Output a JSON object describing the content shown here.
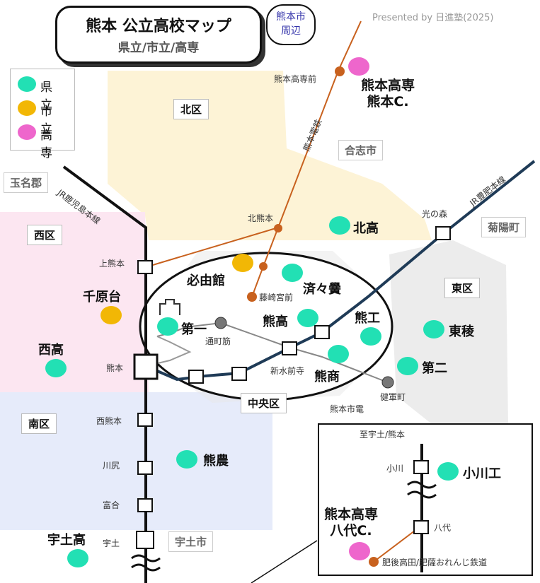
{
  "title": {
    "main": "熊本 公立高校マップ",
    "sub": "県立/市立/高専"
  },
  "bubble": [
    "熊本市",
    "周辺"
  ],
  "presented": "Presented by 日進塾(2025)",
  "legend": [
    {
      "label": "県立",
      "color": "#22e0b4"
    },
    {
      "label": "市立",
      "color": "#f2b705"
    },
    {
      "label": "高専",
      "color": "#ee66cc"
    }
  ],
  "districts": {
    "kita": "北区",
    "nishi": "西区",
    "higashi": "東区",
    "minami": "南区",
    "chuo": "中央区"
  },
  "municipalities": {
    "gyokumei": "玉名郡",
    "koshi": "合志市",
    "kikuyo": "菊陽町",
    "uto": "宇土市"
  },
  "lines": {
    "kagoshima": "JR鹿児島本線",
    "hohi": "JR豊肥本線",
    "dentetsu": "熊本電鉄",
    "shiden": "熊本市電",
    "orange": "肥後高田/肥薩おれんじ鉄道",
    "to_uto": "至宇土/熊本"
  },
  "stations": {
    "kosenmae": "熊本高専前",
    "kitakumamoto": "北熊本",
    "kamikumamoto": "上熊本",
    "fujisakimiyamae": "藤崎宮前",
    "torichosuji": "通町筋",
    "kumamoto": "熊本",
    "shinsuizenji": "新水前寺",
    "kengunmachi": "健軍町",
    "nishikumamoto": "西熊本",
    "kawashiri": "川尻",
    "tomiai": "富合",
    "uto": "宇土",
    "hikarinomori": "光の森",
    "ogawa": "小川",
    "yatsushiro": "八代"
  },
  "schools": {
    "kosen_kumamoto": [
      "熊本高専",
      "熊本C."
    ],
    "kitako": "北高",
    "hitsuyukan": "必由館",
    "seiseiko": "済々黌",
    "chiharadai": "千原台",
    "daiichi": "第一",
    "kumako": "熊高",
    "kumako_ko": "熊工",
    "higashiryo": "東稜",
    "nishiko": "西高",
    "daini": "第二",
    "kumasho": "熊商",
    "kumano": "熊農",
    "utoko": "宇土高",
    "ogawako": "小川工",
    "kosen_yatsushiro": [
      "熊本高専",
      "八代C."
    ]
  }
}
